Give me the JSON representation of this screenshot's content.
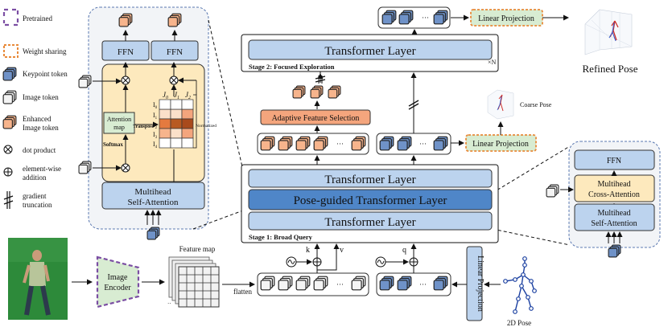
{
  "legend": {
    "pretrained": "Pretrained",
    "weight_sharing": "Weight sharing",
    "keypoint_token": "Keypoint token",
    "image_token": "Image token",
    "enhanced_line1": "Enhanced",
    "enhanced_line2": "Image token",
    "dot_product": "dot product",
    "elementwise_line1": "element-wise",
    "elementwise_line2": "addition",
    "gradient_line1": "gradient",
    "gradient_line2": "truncation"
  },
  "attention_detail": {
    "ffn_left": "FFN",
    "ffn_right": "FFN",
    "attention_map_line1": "Attention",
    "attention_map_line2": "map",
    "softmax": "Softmax",
    "transpose": "Transpose",
    "normalized": "Normalized",
    "mhsa_line1": "Multihead",
    "mhsa_line2": "Self-Attention",
    "col_j0": "J",
    "col_j0_sub": "0",
    "col_j1": "J",
    "col_j1_sub": "1",
    "col_j2": "J",
    "col_j2_sub": "2",
    "row_i0": "I",
    "row_i0_sub": "0",
    "row_i1": "I",
    "row_i1_sub": "1",
    "row_i2": "I",
    "row_i2_sub": "2",
    "row_i3": "I",
    "row_i3_sub": "3",
    "row_i4": "I",
    "row_i4_sub": "4"
  },
  "stage2": {
    "transformer": "Transformer Layer",
    "label": "Stage 2: Focused Exploration",
    "repeat": "×N"
  },
  "stage1": {
    "transformer_top": "Transformer Layer",
    "pose_guided": "Pose-guided Transformer  Layer",
    "transformer_bottom": "Transformer Layer",
    "label": "Stage 1: Broad Query"
  },
  "top_linear_projection": "Linear Projection",
  "mid_linear_projection": "Linear Projection",
  "vertical_linear_projection": "Linear Projection",
  "adaptive_feature_selection": "Adaptive Feature Selection",
  "refined_pose": "Refined Pose",
  "coarse_pose": "Coarse Pose",
  "image_encoder_line1": "Image",
  "image_encoder_line2": "Encoder",
  "feature_map": "Feature map",
  "flatten": "flatten",
  "pose_2d": "2D Pose",
  "k_label": "k",
  "v_label": "v",
  "q_label": "q",
  "ellipsis": "···",
  "ca_detail": {
    "ffn": "FFN",
    "cross_line1": "Multihead",
    "cross_line2": "Cross-Attention",
    "self_line1": "Multihead",
    "self_line2": "Self-Attention"
  },
  "colors": {
    "keypoint": "#6f92c8",
    "image": "#f2f2f2",
    "enhanced": "#f7b48c",
    "transformer": "#bcd3ee",
    "pose_guided": "#4f86c8",
    "stage2_layer": "#bcd3ee",
    "pretrained": "#7b4ea3",
    "weight_sharing": "#e88a3a",
    "linear": "#d8ecd2",
    "yellow": "#fde9bd",
    "afs": "#f4a57d"
  }
}
